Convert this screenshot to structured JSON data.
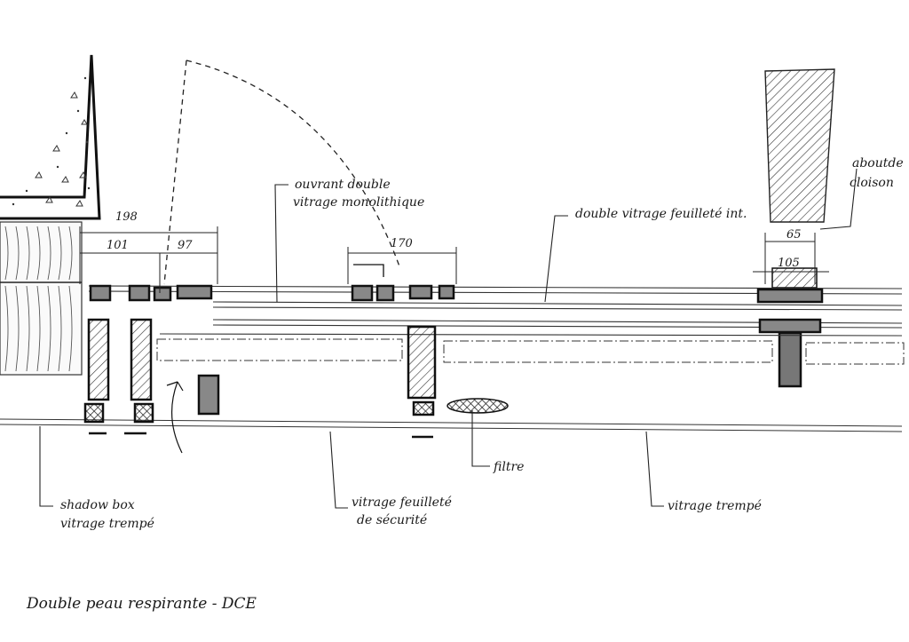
{
  "drawing": {
    "title": "Double peau respirante - DCE",
    "annotations": {
      "ouvrant": [
        "ouvrant double",
        "vitrage monolithique"
      ],
      "double_vitrage": "double vitrage feuilleté int.",
      "about": [
        "aboutde",
        "cloison"
      ],
      "shadow_box": [
        "shadow box",
        "vitrage trempé"
      ],
      "vitrage_feuillete": [
        "vitrage feuilleté",
        "de sécurité"
      ],
      "filtre": "filtre",
      "vitrage_trempe": "vitrage trempé"
    },
    "dimensions": {
      "d198": "198",
      "d101": "101",
      "d97": "97",
      "d170": "170",
      "d65": "65",
      "d105": "105"
    }
  }
}
